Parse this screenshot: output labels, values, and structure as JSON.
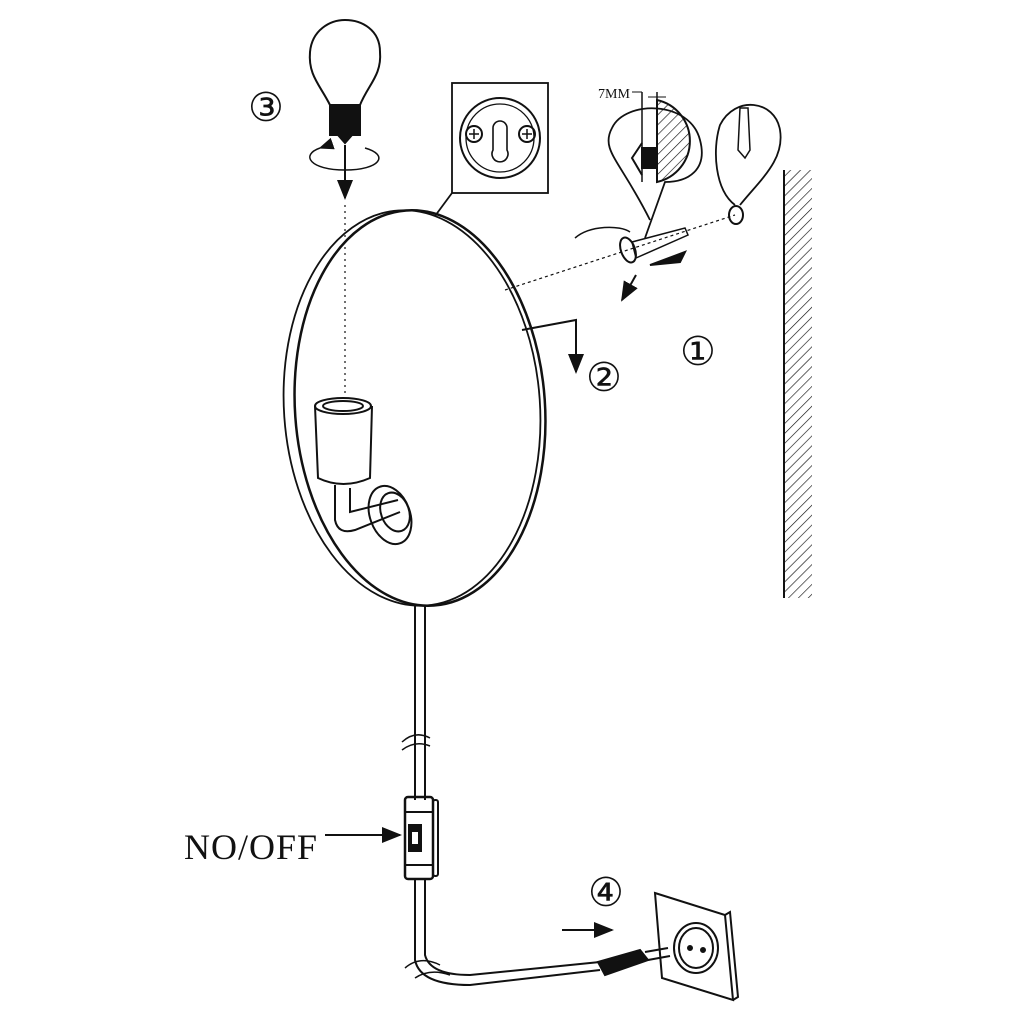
{
  "steps": {
    "step1": "①",
    "step2": "②",
    "step3": "③",
    "step4": "④"
  },
  "dimension_label": "7MM",
  "switch_label": "NO/OFF",
  "colors": {
    "ink": "#111111",
    "background": "#ffffff"
  }
}
